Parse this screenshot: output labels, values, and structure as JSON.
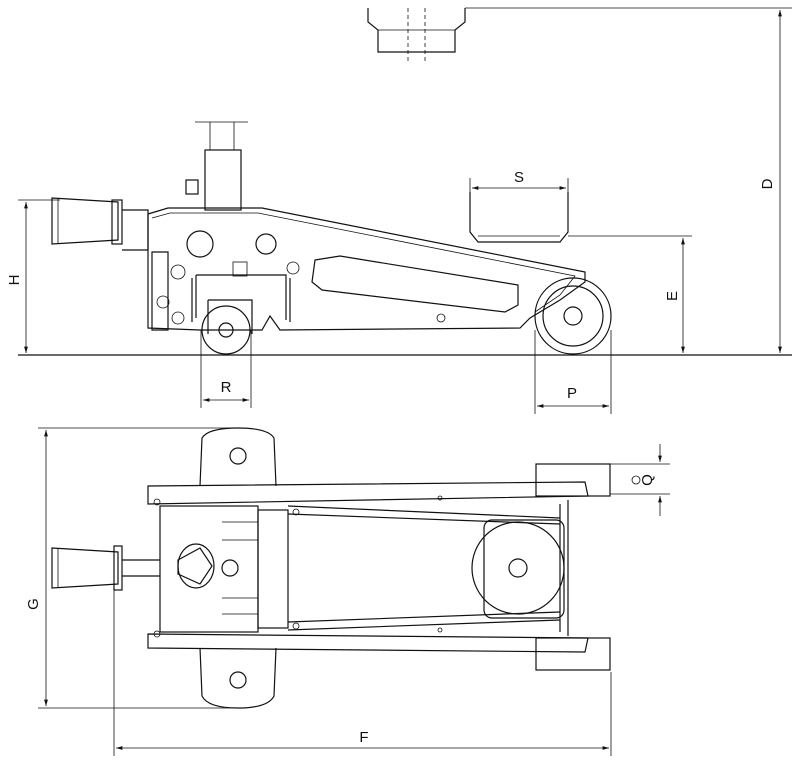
{
  "drawing": {
    "subject": "hydraulic floor jack technical drawing",
    "views": [
      "side",
      "top"
    ],
    "line_color": "#111111",
    "background": "#ffffff"
  },
  "dimensions": {
    "D": "D",
    "H": "H",
    "S": "S",
    "E": "E",
    "R": "R",
    "P": "P",
    "Q": "Q",
    "G": "G",
    "F": "F"
  }
}
